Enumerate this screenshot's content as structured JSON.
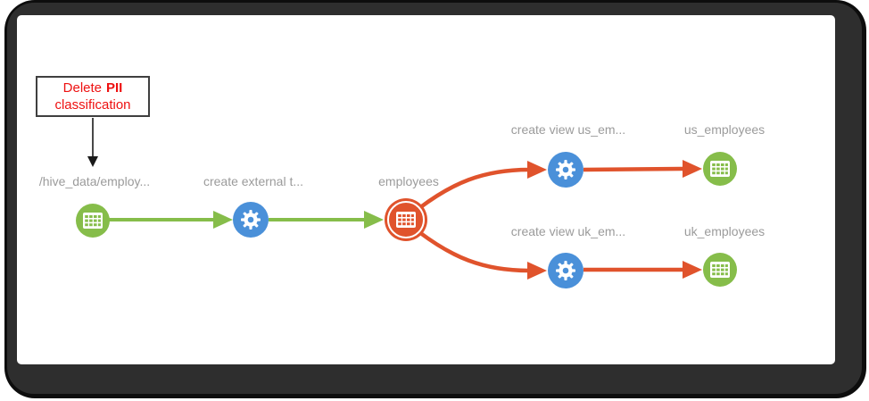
{
  "colors": {
    "lineage_green": "#86BD4A",
    "process_blue": "#4A90D9",
    "highlight_red": "#E0532C",
    "label_gray": "#9B9B9B",
    "annotation_red": "#EE1111",
    "frame_dark": "#2E2E2E",
    "frame_black": "#0D0D0D",
    "canvas_white": "#FFFFFF"
  },
  "callout": {
    "prefix": "Delete",
    "emphasis": "PII",
    "line2": "classification"
  },
  "nodes": [
    {
      "id": "hive-data",
      "label": "/hive_data/employ...",
      "type": "table",
      "icon": "table-icon"
    },
    {
      "id": "create-external-table",
      "label": "create external t...",
      "type": "process",
      "icon": "gear-icon"
    },
    {
      "id": "employees",
      "label": "employees",
      "type": "highlight",
      "icon": "table-icon"
    },
    {
      "id": "create-view-us",
      "label": "create view us_em...",
      "type": "process",
      "icon": "gear-icon"
    },
    {
      "id": "us-employees",
      "label": "us_employees",
      "type": "table",
      "icon": "table-icon"
    },
    {
      "id": "create-view-uk",
      "label": "create view uk_em...",
      "type": "process",
      "icon": "gear-icon"
    },
    {
      "id": "uk-employees",
      "label": "uk_employees",
      "type": "table",
      "icon": "table-icon"
    }
  ],
  "edges": [
    {
      "from": "hive-data",
      "to": "create-external-table",
      "color_role": "lineage_green"
    },
    {
      "from": "create-external-table",
      "to": "employees",
      "color_role": "lineage_green"
    },
    {
      "from": "employees",
      "to": "create-view-us",
      "color_role": "highlight_red"
    },
    {
      "from": "create-view-us",
      "to": "us-employees",
      "color_role": "highlight_red"
    },
    {
      "from": "employees",
      "to": "create-view-uk",
      "color_role": "highlight_red"
    },
    {
      "from": "create-view-uk",
      "to": "uk-employees",
      "color_role": "highlight_red"
    }
  ]
}
